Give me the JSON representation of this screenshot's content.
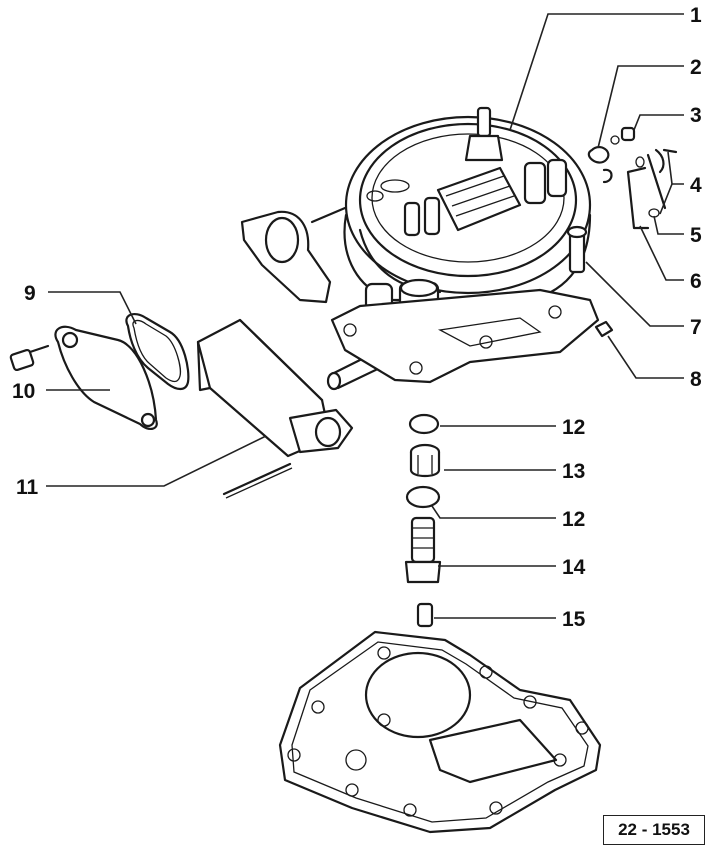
{
  "callouts": [
    {
      "id": "1",
      "label": "1"
    },
    {
      "id": "2",
      "label": "2"
    },
    {
      "id": "3",
      "label": "3"
    },
    {
      "id": "4",
      "label": "4"
    },
    {
      "id": "5",
      "label": "5"
    },
    {
      "id": "6",
      "label": "6"
    },
    {
      "id": "7",
      "label": "7"
    },
    {
      "id": "8",
      "label": "8"
    },
    {
      "id": "9",
      "label": "9"
    },
    {
      "id": "10",
      "label": "10"
    },
    {
      "id": "11",
      "label": "11"
    },
    {
      "id": "12a",
      "label": "12"
    },
    {
      "id": "13",
      "label": "13"
    },
    {
      "id": "12b",
      "label": "12"
    },
    {
      "id": "14",
      "label": "14"
    },
    {
      "id": "15",
      "label": "15"
    }
  ],
  "reference": "22 - 1553"
}
